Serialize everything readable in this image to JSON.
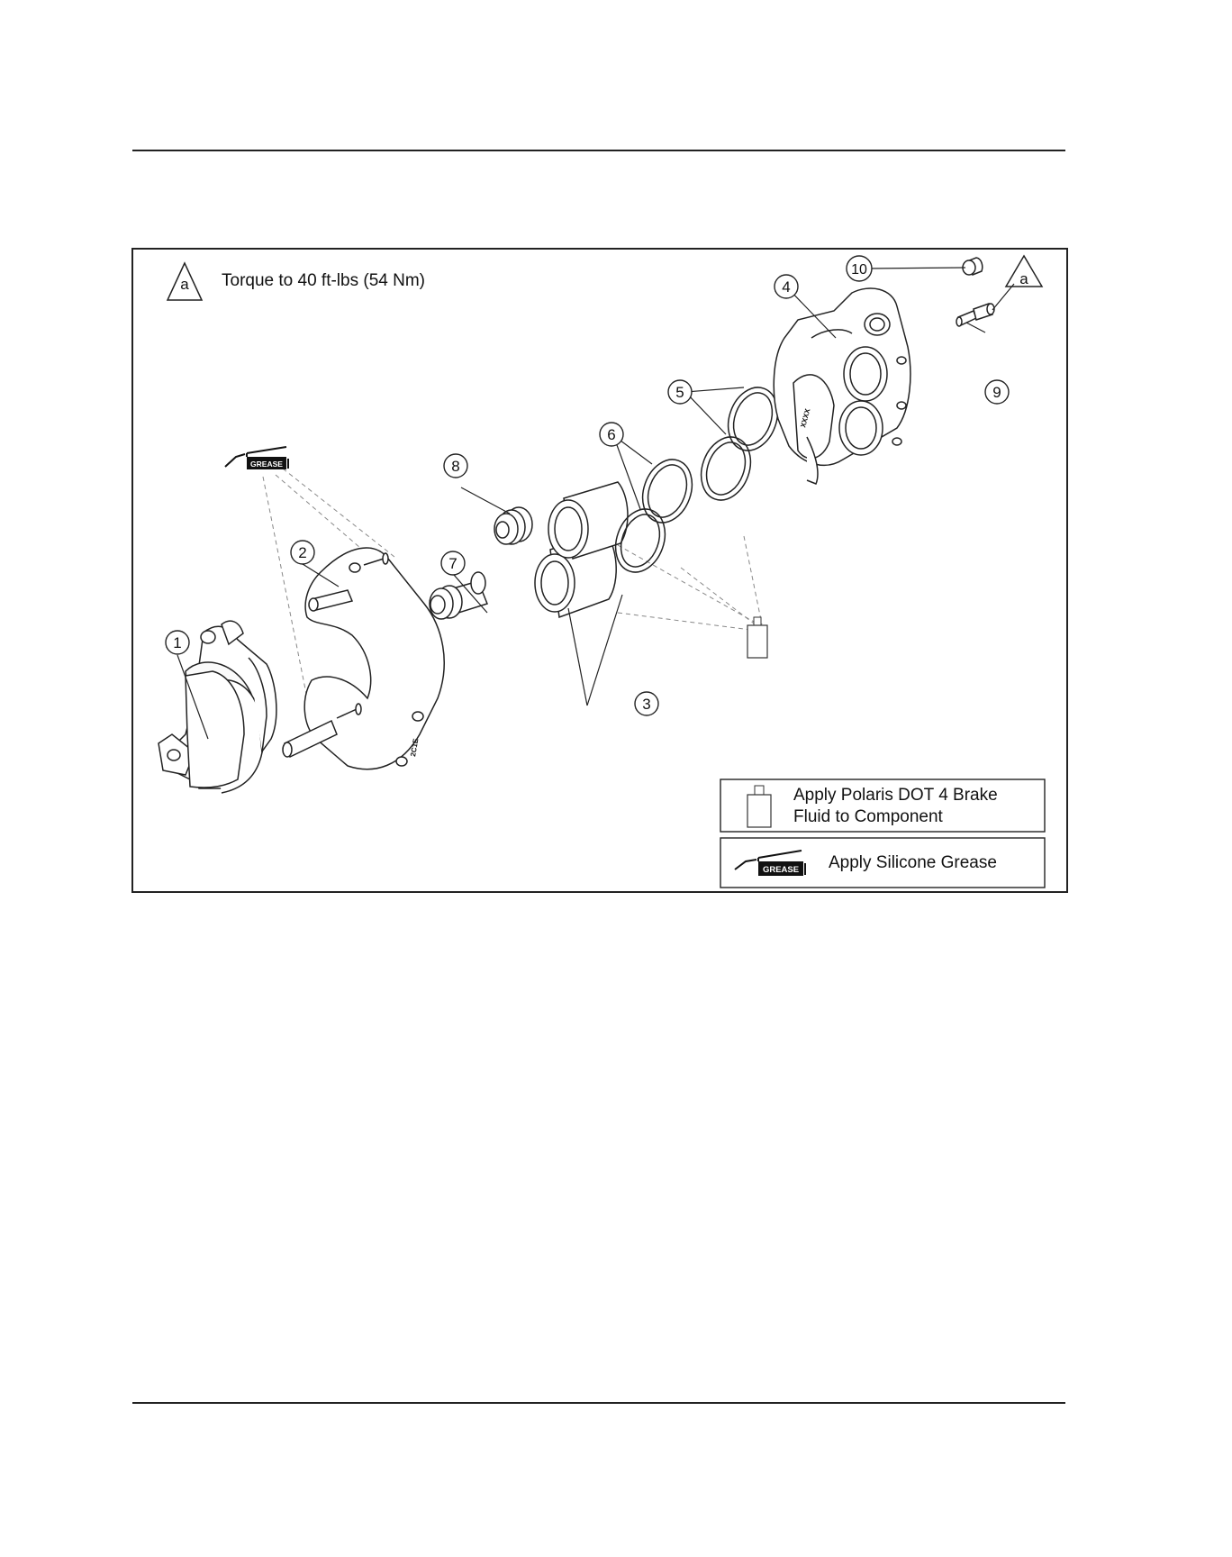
{
  "torque_note": {
    "symbol": "a",
    "text": "Torque to 40 ft-lbs (54 Nm)"
  },
  "callouts": [
    "1",
    "2",
    "3",
    "4",
    "5",
    "6",
    "7",
    "8",
    "9",
    "10"
  ],
  "torque_marker": "a",
  "part_markings": {
    "bracket": "2C1E",
    "caliper": "XXXX"
  },
  "legend": {
    "brake_fluid": "Apply Polaris DOT 4 Brake Fluid to Component",
    "brake_fluid_line1": "Apply Polaris DOT 4 Brake",
    "brake_fluid_line2": "Fluid to Component",
    "grease": "Apply Silicone Grease",
    "grease_badge": "GREASE"
  },
  "icons": [
    "triangle-symbol-icon",
    "grease-gun-icon",
    "brake-fluid-bottle-icon"
  ]
}
